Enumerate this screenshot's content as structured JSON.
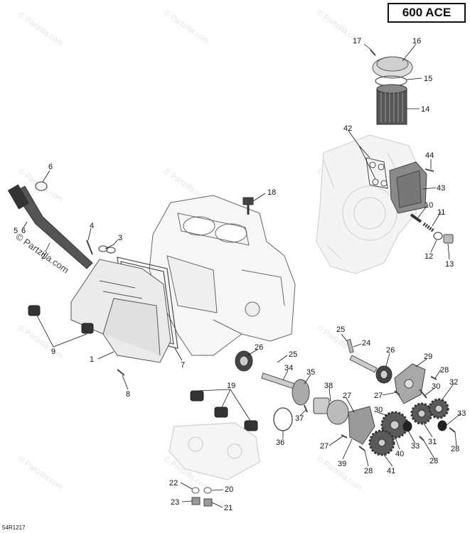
{
  "title": "600 ACE",
  "diagram_code": "54R1217",
  "watermark": "© Partzilla.com",
  "part_numbers": [
    "1",
    "2",
    "3",
    "4",
    "5",
    "6",
    "7",
    "8",
    "9",
    "10",
    "11",
    "12",
    "13",
    "14",
    "15",
    "16",
    "17",
    "18",
    "19",
    "20",
    "21",
    "22",
    "23",
    "24",
    "25",
    "26",
    "27",
    "28",
    "29",
    "30",
    "31",
    "32",
    "33",
    "34",
    "35",
    "36",
    "37",
    "38",
    "39",
    "40",
    "41",
    "42",
    "43",
    "44"
  ],
  "colors": {
    "line": "#111111",
    "part_fill": "#f2f2f2",
    "part_stroke": "#555555",
    "faded_part": "#d9d9d9"
  }
}
